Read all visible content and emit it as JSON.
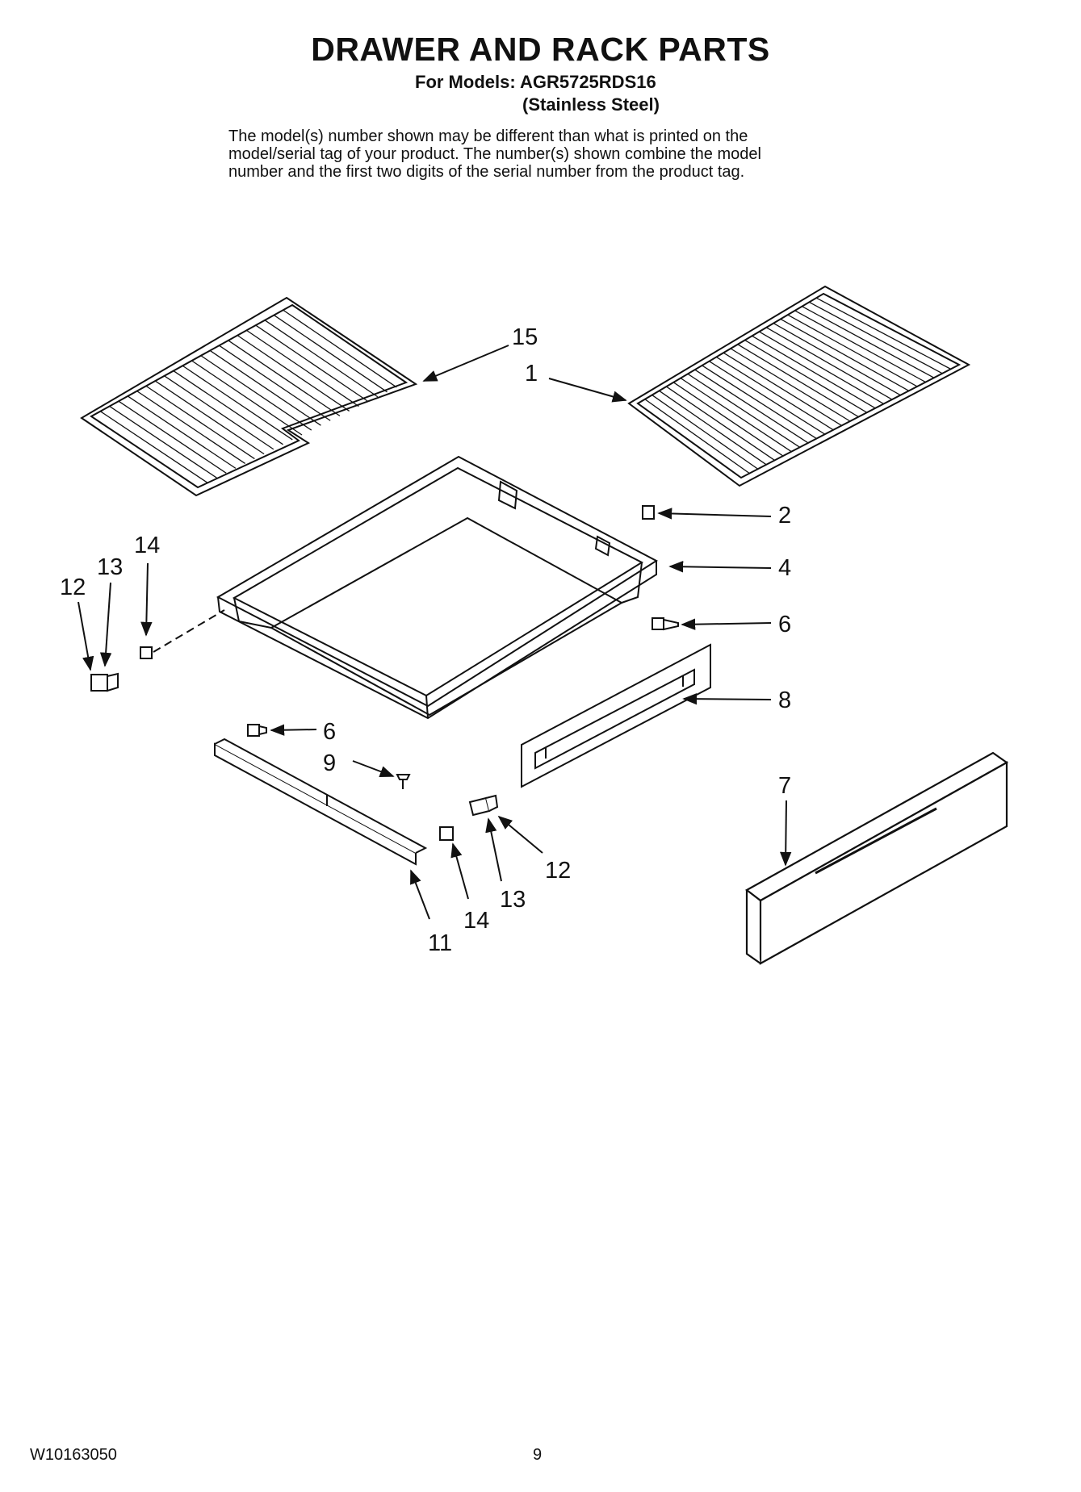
{
  "header": {
    "title": "DRAWER AND RACK PARTS",
    "models_line": "For Models: AGR5725RDS16",
    "models_sub": "(Stainless Steel)"
  },
  "note_lines": [
    "The model(s) number shown may be different than what is printed on the",
    "model/serial tag of your product. The number(s) shown combine the model",
    "number and the first two digits of the serial number from the product tag."
  ],
  "callouts": {
    "c15": "15",
    "c1": "1",
    "c2": "2",
    "c4": "4",
    "c6a": "6",
    "c8": "8",
    "c7": "7",
    "c14a": "14",
    "c13a": "13",
    "c12a": "12",
    "c6b": "6",
    "c9": "9",
    "c12b": "12",
    "c13b": "13",
    "c14b": "14",
    "c11": "11"
  },
  "footer": {
    "doc_number": "W10163050",
    "page_number": "9"
  }
}
